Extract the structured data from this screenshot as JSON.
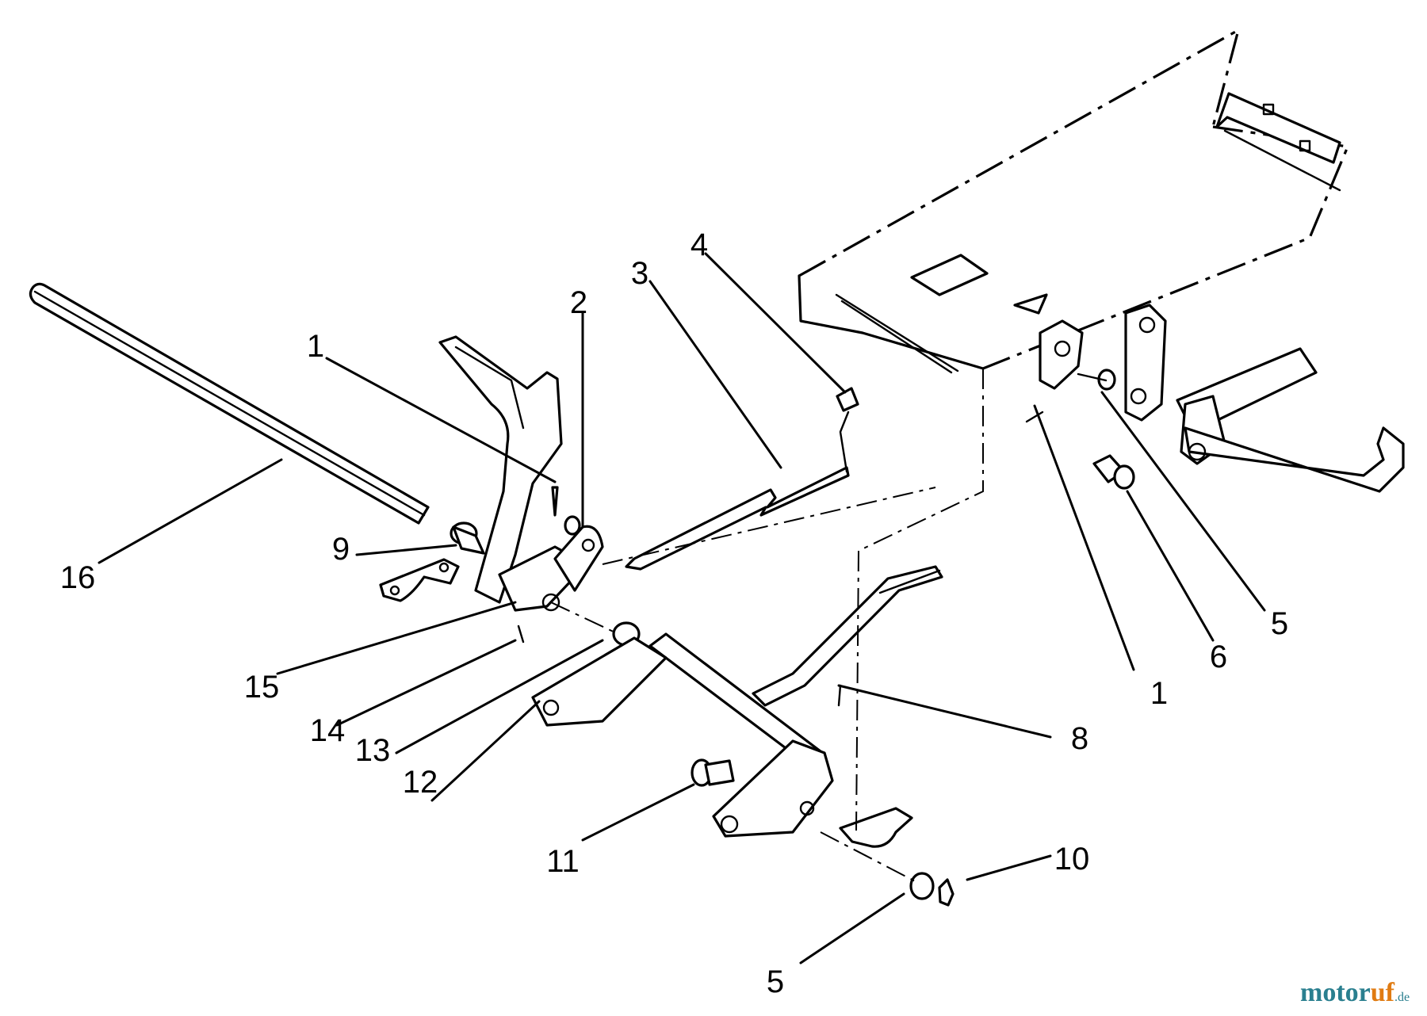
{
  "callouts": {
    "c1_left": "1",
    "c2": "2",
    "c3": "3",
    "c4": "4",
    "c1_right": "1",
    "c5_upper": "5",
    "c6": "6",
    "c8": "8",
    "c9": "9",
    "c10": "10",
    "c11": "11",
    "c12": "12",
    "c13": "13",
    "c14": "14",
    "c15": "15",
    "c16": "16",
    "c5_lower": "5"
  },
  "watermark": {
    "part_a": "motor",
    "part_b": "uf",
    "suffix": ".de"
  },
  "colors": {
    "line": "#000000",
    "background": "#ffffff",
    "watermark_teal": "#2a7f8f",
    "watermark_orange": "#e07b12"
  }
}
